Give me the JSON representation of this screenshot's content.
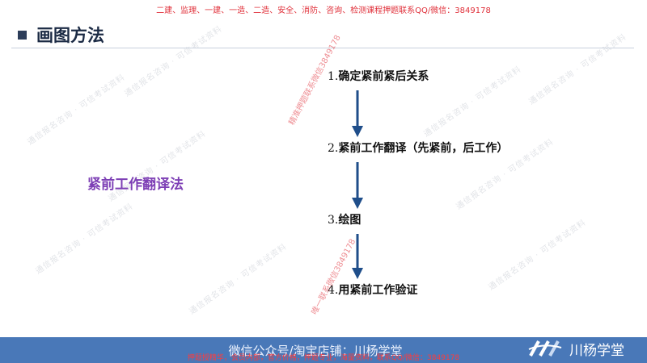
{
  "top_banner": "二建、监理、一建、一造、二造、安全、消防、咨询、检测课程押题联系QQ/微信：3849178",
  "title": "画图方法",
  "left_label": "紧前工作翻译法",
  "steps": [
    {
      "num": "1.",
      "text": "确定紧前紧后关系"
    },
    {
      "num": "2.",
      "text": "紧前工作翻译（先紧前，后工作）"
    },
    {
      "num": "3.",
      "text": "绘图"
    },
    {
      "num": "4.",
      "text": "用紧前工作验证"
    }
  ],
  "watermarks": {
    "upper": "精准押题联系微信3849178",
    "lower": "唯一联系微信3849178",
    "background": "通信报名咨询 · 可信考试资料"
  },
  "footer": {
    "center_text": "微信公众号/淘宝店铺：川杨学堂",
    "red_text": "押题授精华，会员内部，官方价格，押题专业，海量资料，联系QQ/微信：3849178",
    "brand": "川杨学堂"
  },
  "colors": {
    "arrow": "#1f4e8a",
    "footer_bg": "#4978b8",
    "accent_purple": "#7d3fb5",
    "watermark_red": "#e0303a"
  },
  "icons": {
    "title_bullet": "square-bullet-icon",
    "flow_arrow": "arrow-down-icon",
    "logo": "chuanyang-logo-icon"
  }
}
